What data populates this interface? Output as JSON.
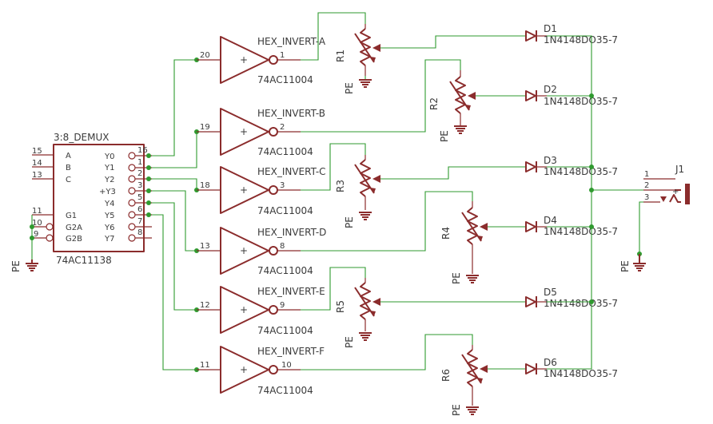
{
  "demux": {
    "title": "3:8_DEMUX",
    "part": "74AC11138",
    "inputs": [
      {
        "pin": "15",
        "name": "A"
      },
      {
        "pin": "14",
        "name": "B"
      },
      {
        "pin": "13",
        "name": "C"
      },
      {
        "pin": "11",
        "name": "G1"
      },
      {
        "pin": "10",
        "name": "G2A"
      },
      {
        "pin": "9",
        "name": "G2B"
      }
    ],
    "outputs": [
      {
        "pin": "16",
        "name": "Y0"
      },
      {
        "pin": "1",
        "name": "Y1"
      },
      {
        "pin": "2",
        "name": "Y2"
      },
      {
        "pin": "3",
        "name": "+Y3"
      },
      {
        "pin": "5",
        "name": "Y4"
      },
      {
        "pin": "6",
        "name": "Y5"
      },
      {
        "pin": "7",
        "name": "Y6"
      },
      {
        "pin": "8",
        "name": "Y7"
      }
    ]
  },
  "inverters": [
    {
      "name": "HEX_INVERT-A",
      "part": "74AC11004",
      "in_pin": "20",
      "out_pin": "1",
      "sign": "+"
    },
    {
      "name": "HEX_INVERT-B",
      "part": "74AC11004",
      "in_pin": "19",
      "out_pin": "2",
      "sign": "+"
    },
    {
      "name": "HEX_INVERT-C",
      "part": "74AC11004",
      "in_pin": "18",
      "out_pin": "3",
      "sign": "+"
    },
    {
      "name": "HEX_INVERT-D",
      "part": "74AC11004",
      "in_pin": "13",
      "out_pin": "8",
      "sign": "+"
    },
    {
      "name": "HEX_INVERT-E",
      "part": "74AC11004",
      "in_pin": "12",
      "out_pin": "9",
      "sign": "+"
    },
    {
      "name": "HEX_INVERT-F",
      "part": "74AC11004",
      "in_pin": "11",
      "out_pin": "10",
      "sign": "+"
    }
  ],
  "resistors": [
    "R1",
    "R2",
    "R3",
    "R4",
    "R5",
    "R6"
  ],
  "diodes": [
    {
      "name": "D1",
      "part": "1N4148DO35-7"
    },
    {
      "name": "D2",
      "part": "1N4148DO35-7"
    },
    {
      "name": "D3",
      "part": "1N4148DO35-7"
    },
    {
      "name": "D4",
      "part": "1N4148DO35-7"
    },
    {
      "name": "D5",
      "part": "1N4148DO35-7"
    },
    {
      "name": "D6",
      "part": "1N4148DO35-7"
    }
  ],
  "ground": "PE",
  "jack": {
    "name": "J1",
    "pins": [
      "1",
      "2",
      "3"
    ]
  },
  "colors": {
    "part": "#8b2c2c",
    "wire": "#2f9a2f",
    "text": "#3a3a3a"
  }
}
